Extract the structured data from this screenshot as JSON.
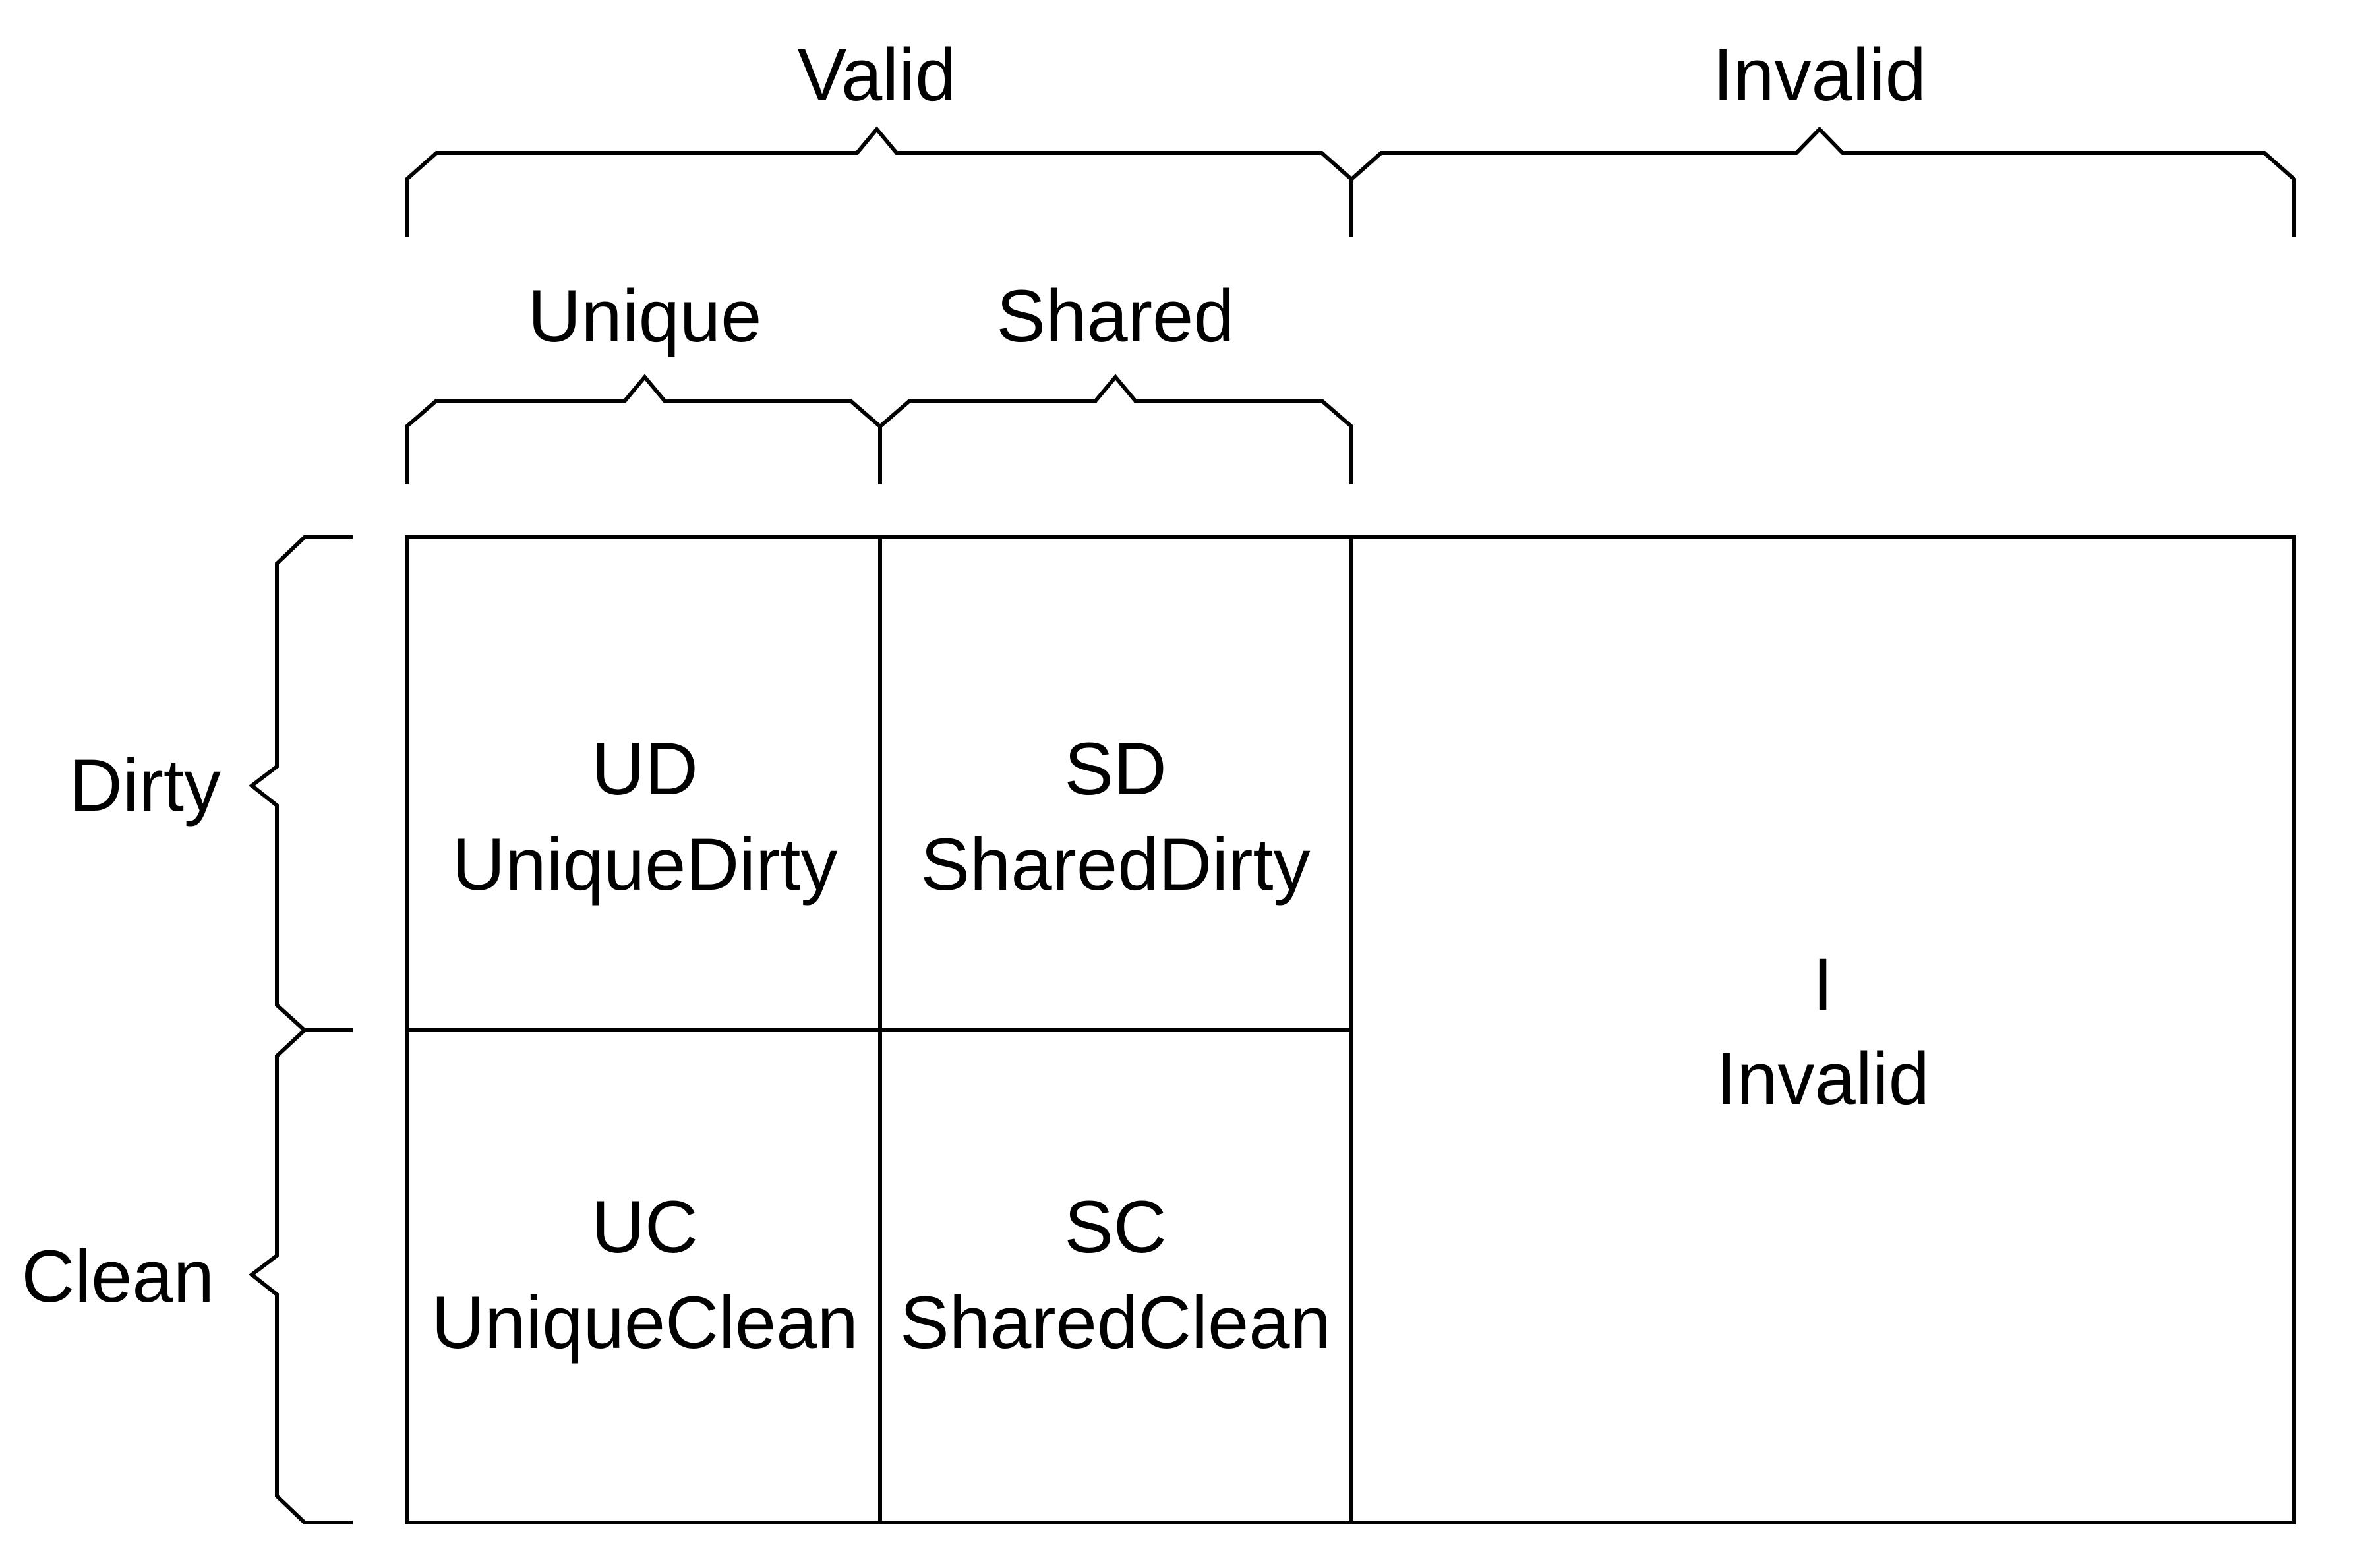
{
  "headers": {
    "valid": "Valid",
    "invalid": "Invalid",
    "unique": "Unique",
    "shared": "Shared"
  },
  "rows": {
    "dirty": "Dirty",
    "clean": "Clean"
  },
  "cells": {
    "ud": {
      "code": "UD",
      "name": "UniqueDirty"
    },
    "sd": {
      "code": "SD",
      "name": "SharedDirty"
    },
    "uc": {
      "code": "UC",
      "name": "UniqueClean"
    },
    "sc": {
      "code": "SC",
      "name": "SharedClean"
    },
    "i": {
      "code": "I",
      "name": "Invalid"
    }
  },
  "colors": {
    "line": "#000000",
    "text": "#000000",
    "background": "#ffffff"
  }
}
